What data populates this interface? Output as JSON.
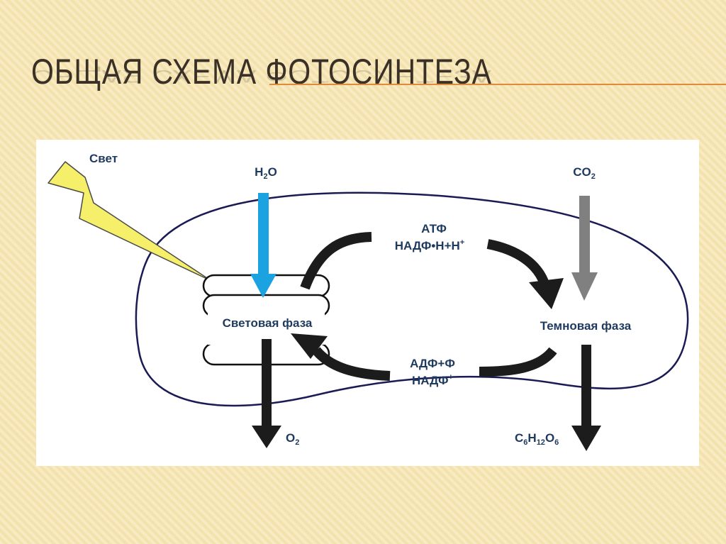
{
  "title": "ОБЩАЯ СХЕМА ФОТОСИНТЕЗА",
  "diagram": {
    "light": "Свет",
    "water": {
      "base": "H",
      "sub": "2",
      "tail": "O"
    },
    "co2": {
      "base": "CO",
      "sub": "2"
    },
    "light_phase": "Световая фаза",
    "dark_phase": "Темновая фаза",
    "atp": "АТФ",
    "nadph": {
      "base": "НАДФ•Н+Н",
      "sup": "+"
    },
    "adp": "АДФ+Ф",
    "nadp": {
      "base": "НАДФ",
      "sup": "+"
    },
    "oxygen": {
      "base": "O",
      "sub": "2"
    },
    "glucose": {
      "c": "C",
      "c_sub": "6",
      "h": "H",
      "h_sub": "12",
      "o": "O",
      "o_sub": "6"
    }
  },
  "colors": {
    "accent_line": "#e08a3c",
    "water_arrow": "#1aa3e0",
    "co2_arrow": "#808080",
    "outline": "#1a1a55",
    "label": "#1f3a5f",
    "lightning_fill": "#f5ef6a"
  }
}
